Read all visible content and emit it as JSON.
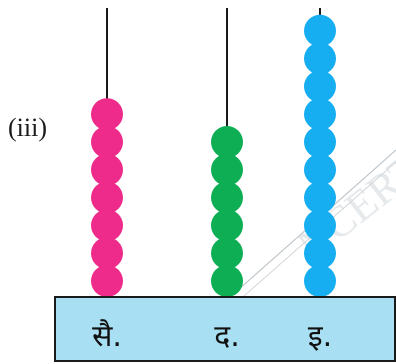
{
  "problem_label": "(iii)",
  "watermark": "NCERT",
  "rods": [
    {
      "label": "सै.",
      "bead_count": 7,
      "color": "#ee2b8b"
    },
    {
      "label": "द.",
      "bead_count": 6,
      "color": "#0eae55"
    },
    {
      "label": "इ.",
      "bead_count": 10,
      "color": "#16aef0"
    }
  ],
  "colors": {
    "base_fill": "#a9dff2",
    "base_stroke": "#1a1a1a",
    "rod": "#1a1a1a",
    "watermark_line": "#b7bec3",
    "watermark_text": "#d2d8dc"
  }
}
